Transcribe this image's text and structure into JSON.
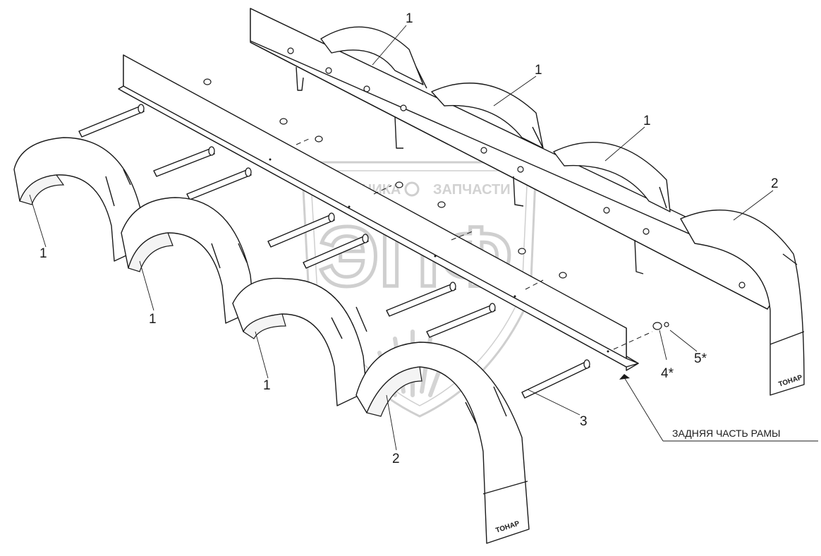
{
  "diagram": {
    "callouts": {
      "c1a": "1",
      "c1b": "1",
      "c1c": "1",
      "c1d": "1",
      "c1e": "1",
      "c1f": "1",
      "c2a": "2",
      "c2b": "2",
      "c3": "3",
      "c4": "4*",
      "c5": "5*"
    },
    "frame_label": "ЗАДНЯЯ ЧАСТЬ РАМЫ",
    "brand_mark": "ТОНАР",
    "watermark": {
      "left_word": "ТЕХНИКА",
      "right_word": "ЗАПЧАСТИ",
      "logo": "ЭПФ"
    }
  }
}
